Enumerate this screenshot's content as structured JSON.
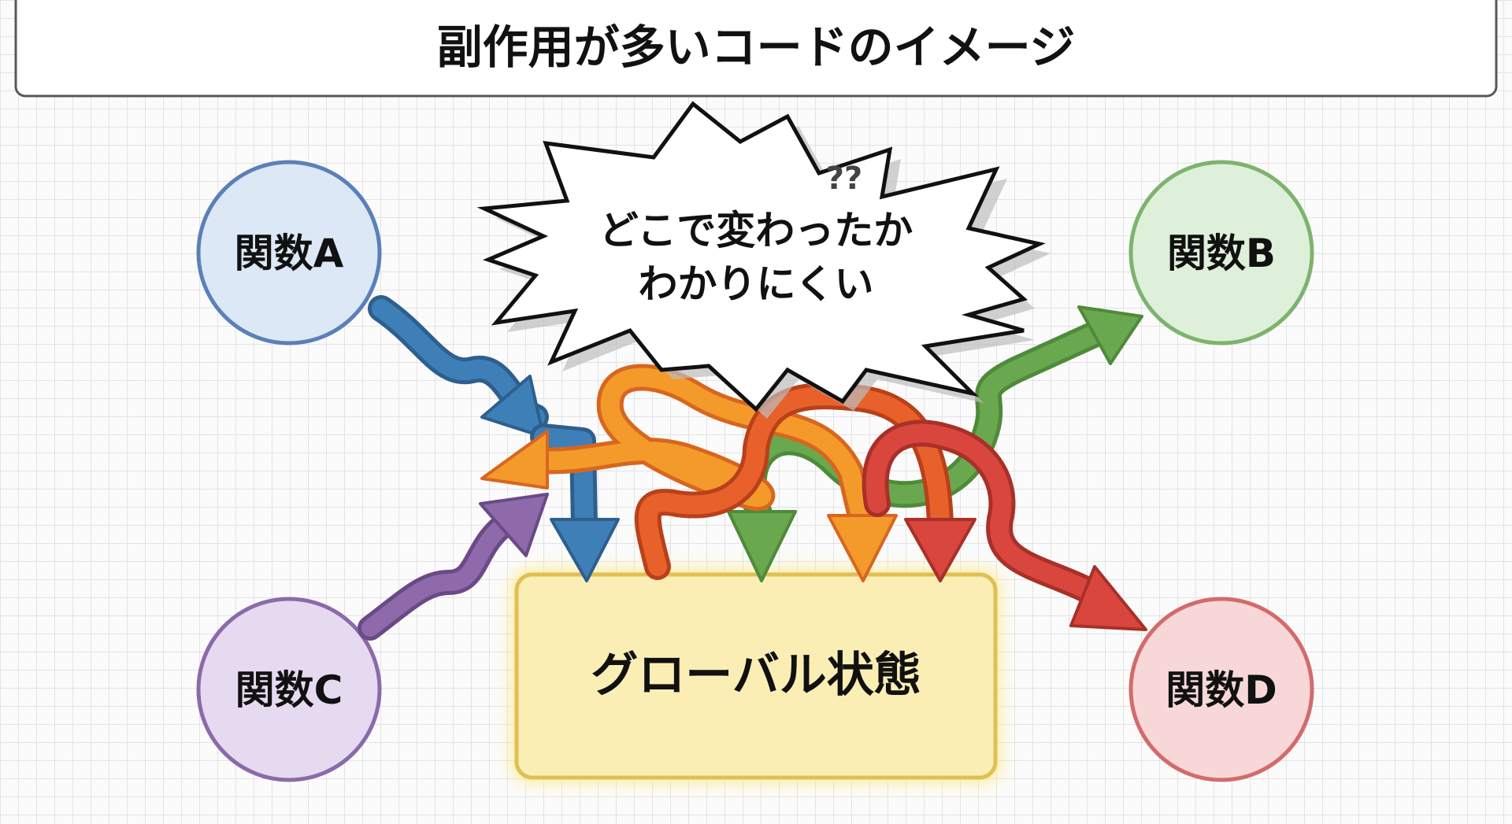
{
  "title": "副作用が多いコードのイメージ",
  "burst": {
    "line1": "どこで変わったか",
    "line2": "わかりにくい",
    "mark": "??"
  },
  "nodes": {
    "a": "関数A",
    "b": "関数B",
    "c": "関数C",
    "d": "関数D"
  },
  "state": "グローバル状態",
  "colors": {
    "blue": "#3f7fb8",
    "green": "#6aa84f",
    "purple": "#8e6aaa",
    "orange": "#f39a2b",
    "red_orange": "#e8612a",
    "red": "#d9463e",
    "state_fill": "#fbeeb5"
  }
}
